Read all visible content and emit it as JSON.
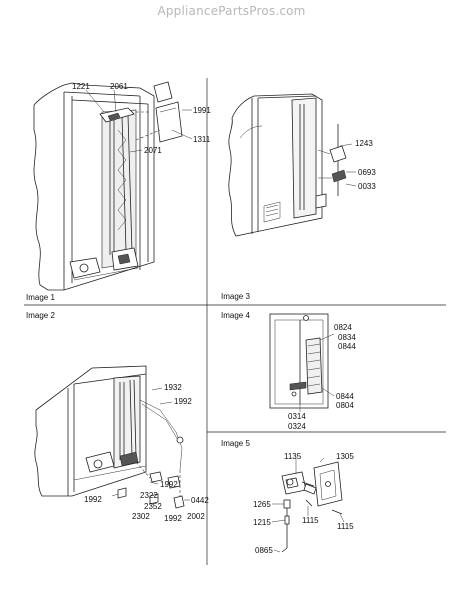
{
  "header": {
    "site": "AppliancePartsPros.com"
  },
  "panels": {
    "image1": {
      "title": "Image 1",
      "parts": [
        "1221",
        "2061",
        "1991",
        "1311",
        "2071"
      ]
    },
    "image2": {
      "title": "Image 2",
      "parts": [
        "1932",
        "1992",
        "1992",
        "2322",
        "2352",
        "0442",
        "1992",
        "2302",
        "1992",
        "2002"
      ]
    },
    "image3": {
      "title": "Image 3",
      "parts": [
        "1243",
        "0693",
        "0033"
      ]
    },
    "image4": {
      "title": "Image 4",
      "parts": [
        "0824",
        "0834",
        "0844",
        "0844",
        "0804",
        "0314",
        "0324"
      ]
    },
    "image5": {
      "title": "Image 5",
      "parts": [
        "1135",
        "1305",
        "1265",
        "1215",
        "1115",
        "1115",
        "0865"
      ]
    }
  }
}
